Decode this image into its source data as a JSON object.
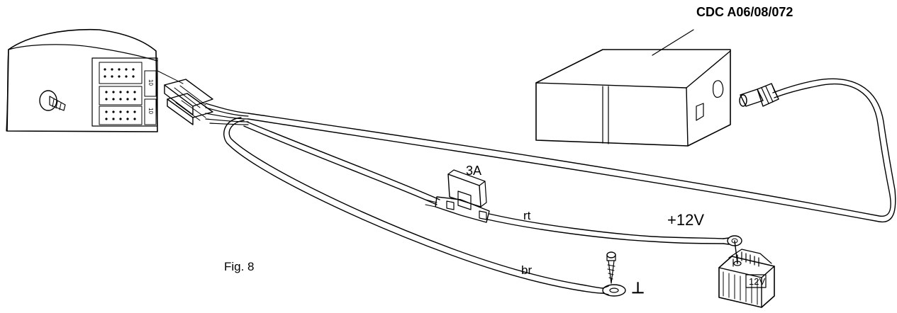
{
  "labels": {
    "title": "CDC A06/08/072",
    "figure": "Fig. 8",
    "fuse_rating": "3A",
    "red_wire": "rt",
    "positive": "+12V",
    "brown_wire": "br",
    "ground_symbol": "⊥",
    "battery_voltage": "12V"
  },
  "colors": {
    "stroke": "#000000",
    "background": "#ffffff",
    "fill": "#ffffff"
  }
}
